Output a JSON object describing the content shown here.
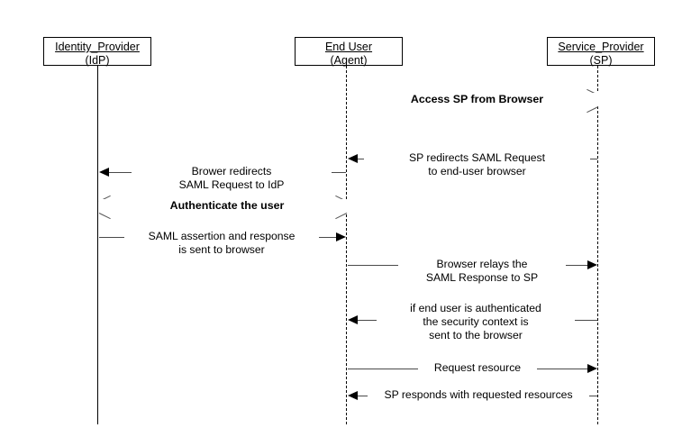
{
  "diagram": {
    "title": "SAML SSO sequence diagram",
    "background_color": "#ffffff",
    "line_color": "#000000"
  },
  "actors": [
    {
      "id": "idp",
      "line1": "Identity_Provider",
      "line2": "(IdP)",
      "lifeline_style": "solid"
    },
    {
      "id": "enduser",
      "line1": "End User",
      "line2": "(Agent)",
      "lifeline_style": "dashed"
    },
    {
      "id": "sp",
      "line1": "Service_Provider",
      "line2": "(SP)",
      "lifeline_style": "dashed"
    }
  ],
  "messages": [
    {
      "id": "m1",
      "label": "Access SP from Browser",
      "from": "enduser",
      "to": "sp",
      "direction": "right",
      "style": "dashed",
      "arrowhead": "open",
      "bold": true
    },
    {
      "id": "m2",
      "label": "SP redirects SAML Request\nto end-user browser",
      "from": "sp",
      "to": "enduser",
      "direction": "left",
      "style": "solid",
      "arrowhead": "filled",
      "bold": false
    },
    {
      "id": "m3",
      "label": "Brower redirects\nSAML Request to IdP",
      "from": "enduser",
      "to": "idp",
      "direction": "left",
      "style": "solid",
      "arrowhead": "filled",
      "bold": false
    },
    {
      "id": "m4",
      "label": "Authenticate the user",
      "from": "idp",
      "to": "enduser",
      "direction": "both",
      "style": "dashed",
      "arrowhead": "open",
      "bold": true
    },
    {
      "id": "m5",
      "label": "SAML assertion and response\nis sent to browser",
      "from": "idp",
      "to": "enduser",
      "direction": "right",
      "style": "solid",
      "arrowhead": "filled",
      "bold": false
    },
    {
      "id": "m6",
      "label": "Browser relays the\nSAML Response to SP",
      "from": "enduser",
      "to": "sp",
      "direction": "right",
      "style": "solid",
      "arrowhead": "filled",
      "bold": false
    },
    {
      "id": "m7",
      "label": "if end user is authenticated\nthe security context is\nsent to the browser",
      "from": "sp",
      "to": "enduser",
      "direction": "left",
      "style": "solid",
      "arrowhead": "filled",
      "bold": false
    },
    {
      "id": "m8",
      "label": "Request resource",
      "from": "enduser",
      "to": "sp",
      "direction": "right",
      "style": "solid",
      "arrowhead": "filled",
      "bold": false
    },
    {
      "id": "m9",
      "label": "SP responds with requested resources",
      "from": "sp",
      "to": "enduser",
      "direction": "left",
      "style": "solid",
      "arrowhead": "filled",
      "bold": false
    }
  ]
}
